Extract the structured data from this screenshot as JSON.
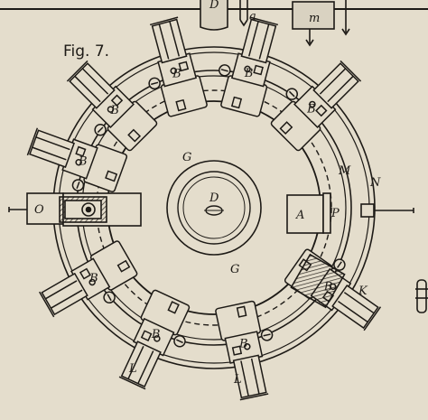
{
  "figure": {
    "caption": "Fig. 7.",
    "colors": {
      "paper": "#e4ddcc",
      "ink": "#1d1a16",
      "hatch": "#3a3530"
    }
  },
  "labels": {
    "center": "D",
    "top_pipe": "D",
    "top_small_a": "a",
    "top_m": "m",
    "gear_upper": "G",
    "gear_lower": "G",
    "outer_ring": "N",
    "middle_ring": "M",
    "right_pin": "P",
    "right_block": "A",
    "left_block": "O",
    "hatched_unit": "K",
    "lower_left_L": "L",
    "lower_mid_L": "L",
    "unit_letter": "B"
  },
  "units": [
    {
      "angle": -135,
      "label": "B"
    },
    {
      "angle": -105,
      "label": "B"
    },
    {
      "angle": -75,
      "label": "B"
    },
    {
      "angle": -45,
      "label": "B"
    },
    {
      "angle": -160,
      "label": "B"
    },
    {
      "angle": 150,
      "label": "B"
    },
    {
      "angle": 115,
      "label": "B"
    },
    {
      "angle": 78,
      "label": "B"
    },
    {
      "angle": 35,
      "label": "B"
    }
  ]
}
